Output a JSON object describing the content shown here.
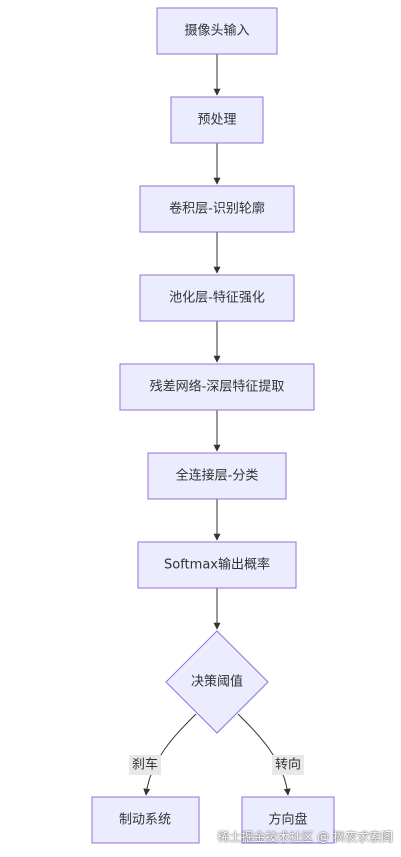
{
  "nodes": {
    "camera_input": "摄像头输入",
    "preprocess": "预处理",
    "conv_layer": "卷积层-识别轮廓",
    "pool_layer": "池化层-特征强化",
    "residual_net": "残差网络-深层特征提取",
    "fc_layer": "全连接层-分类",
    "softmax": "Softmax输出概率",
    "decision": "决策阈值",
    "brake_system": "制动系统",
    "steering_wheel": "方向盘"
  },
  "edges": {
    "brake_label": "刹车",
    "steer_label": "转向"
  },
  "watermark": "稀土掘金技术社区 @ 枫夜求索阁",
  "colors": {
    "node_fill": "#ECECFF",
    "node_stroke": "#9370DB",
    "edge_stroke": "#333333",
    "edge_label_bg": "#e8e8e8"
  }
}
